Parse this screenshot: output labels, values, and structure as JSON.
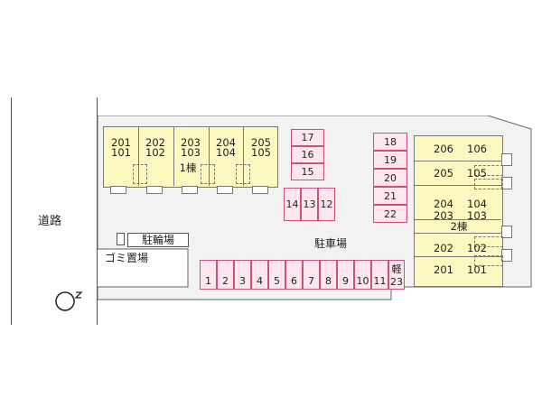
{
  "road_label": "道路",
  "parking_label": "駐車場",
  "bike_label": "駐輪場",
  "garbage_label": "ゴミ置場",
  "building1": {
    "label": "1棟",
    "columns": [
      {
        "upper": "201",
        "lower": "101"
      },
      {
        "upper": "202",
        "lower": "102"
      },
      {
        "upper": "203",
        "lower": "103"
      },
      {
        "upper": "204",
        "lower": "104"
      },
      {
        "upper": "205",
        "lower": "105"
      }
    ]
  },
  "building2": {
    "label": "2棟",
    "rows": [
      {
        "left": "206",
        "right": "106"
      },
      {
        "left": "205",
        "right": "105"
      },
      {
        "left": "204",
        "right": "104"
      },
      {
        "left": "203",
        "right": "103"
      },
      {
        "left": "202",
        "right": "102"
      },
      {
        "left": "201",
        "right": "101"
      }
    ]
  },
  "parking": {
    "top_column": [
      "17",
      "16",
      "15"
    ],
    "middle_row": [
      "14",
      "13",
      "12"
    ],
    "right_column": [
      "18",
      "19",
      "20",
      "21",
      "22"
    ],
    "bottom_row": [
      "1",
      "2",
      "3",
      "4",
      "5",
      "6",
      "7",
      "8",
      "9",
      "10",
      "11"
    ],
    "kei_label": "軽",
    "kei_number": "23"
  },
  "colors": {
    "building": "#fbf8c0",
    "parking_fill": "#fde6ee",
    "parking_border": "#d0507a",
    "lot": "#f2f2f2"
  },
  "icons": {
    "north_arrow": "compass-north-icon"
  }
}
